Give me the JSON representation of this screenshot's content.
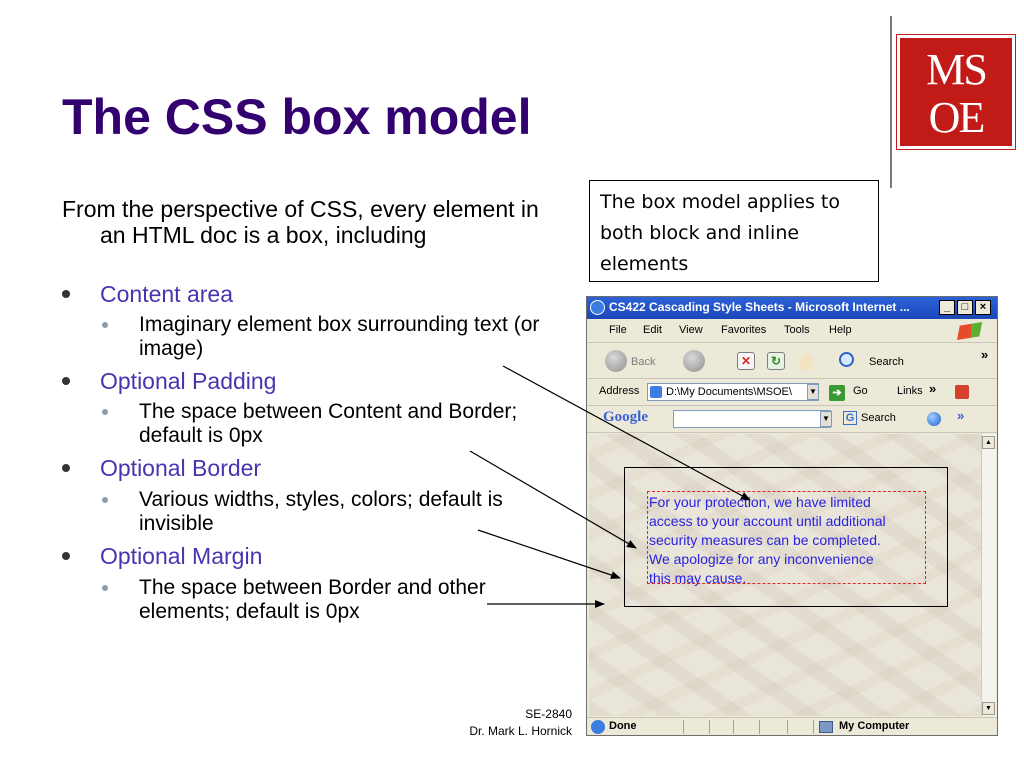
{
  "slide": {
    "title": "The CSS box model",
    "logo": {
      "line1": "MS",
      "line2": "OE"
    },
    "intro": "From the perspective of CSS, every element in an HTML doc is a box, including",
    "bullets": [
      {
        "label": "Content area",
        "sub": "Imaginary element box surrounding text (or image)"
      },
      {
        "label": "Optional Padding",
        "sub": "The space between Content and Border; default is 0px"
      },
      {
        "label": "Optional Border",
        "sub": "Various widths, styles, colors; default is invisible"
      },
      {
        "label": "Optional Margin",
        "sub": "The space between Border and other elements; default is 0px"
      }
    ],
    "callout": "The box model applies to both block and inline elements",
    "footer": {
      "course": "SE-2840",
      "author": "Dr. Mark L. Hornick"
    }
  },
  "browser": {
    "title": "CS422 Cascading Style Sheets - Microsoft Internet ...",
    "window_buttons": {
      "minimize": "_",
      "maximize": "□",
      "close": "×"
    },
    "menu": [
      "File",
      "Edit",
      "View",
      "Favorites",
      "Tools",
      "Help"
    ],
    "toolbar": {
      "back": "Back",
      "search": "Search",
      "more": "»"
    },
    "address": {
      "label": "Address",
      "value": "D:\\My Documents\\MSOE\\",
      "go": "Go",
      "links": "Links"
    },
    "google": {
      "logo": "Google",
      "search": "Search",
      "more": "»"
    },
    "content": {
      "lines": [
        "For your protection, we have limited",
        "access to your account until additional",
        "security measures can be completed.",
        "We apologize for any inconvenience",
        "this may cause."
      ]
    },
    "status": {
      "left": "Done",
      "zone": "My Computer"
    }
  }
}
